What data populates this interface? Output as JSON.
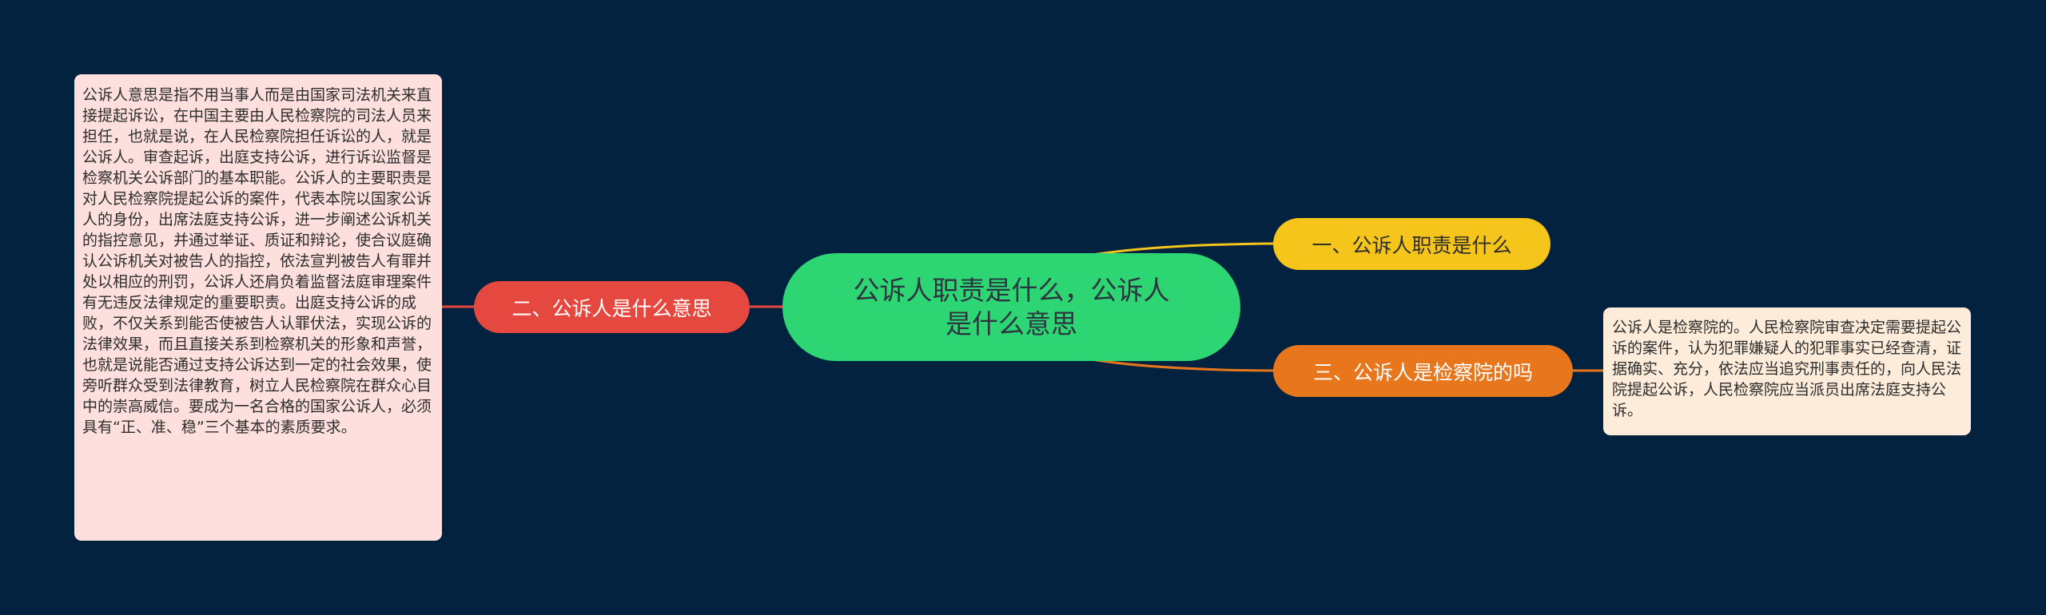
{
  "colors": {
    "background": "#02223f",
    "root": "#2ed573",
    "branch_1": "#f6c51b",
    "branch_2": "#e5483f",
    "branch_3": "#e8761c",
    "leaf_2": "#fde0dd",
    "leaf_3": "#fdecd9"
  },
  "mindmap": {
    "root": {
      "label": "公诉人职责是什么，公诉人是什么意思"
    },
    "branches": [
      {
        "label": "一、公诉人职责是什么",
        "side": "right"
      },
      {
        "label": "二、公诉人是什么意思",
        "side": "left",
        "detail": "公诉人意思是指不用当事人而是由国家司法机关来直接提起诉讼，在中国主要由人民检察院的司法人员来担任，也就是说，在人民检察院担任诉讼的人，就是公诉人。审查起诉，出庭支持公诉，进行诉讼监督是检察机关公诉部门的基本职能。公诉人的主要职责是对人民检察院提起公诉的案件，代表本院以国家公诉人的身份，出席法庭支持公诉，进一步阐述公诉机关的指控意见，并通过举证、质证和辩论，使合议庭确认公诉机关对被告人的指控，依法宣判被告人有罪并处以相应的刑罚，公诉人还肩负着监督法庭审理案件有无违反法律规定的重要职责。出庭支持公诉的成败，不仅关系到能否使被告人认罪伏法，实现公诉的法律效果，而且直接关系到检察机关的形象和声誉，也就是说能否通过支持公诉达到一定的社会效果，使旁听群众受到法律教育，树立人民检察院在群众心目中的崇高威信。要成为一名合格的国家公诉人，必须具有“正、准、稳”三个基本的素质要求。"
      },
      {
        "label": "三、公诉人是检察院的吗",
        "side": "right",
        "detail": "公诉人是检察院的。人民检察院审查决定需要提起公诉的案件，认为犯罪嫌疑人的犯罪事实已经查清，证据确实、充分，依法应当追究刑事责任的，向人民法院提起公诉，人民检察院应当派员出席法庭支持公诉。"
      }
    ]
  }
}
